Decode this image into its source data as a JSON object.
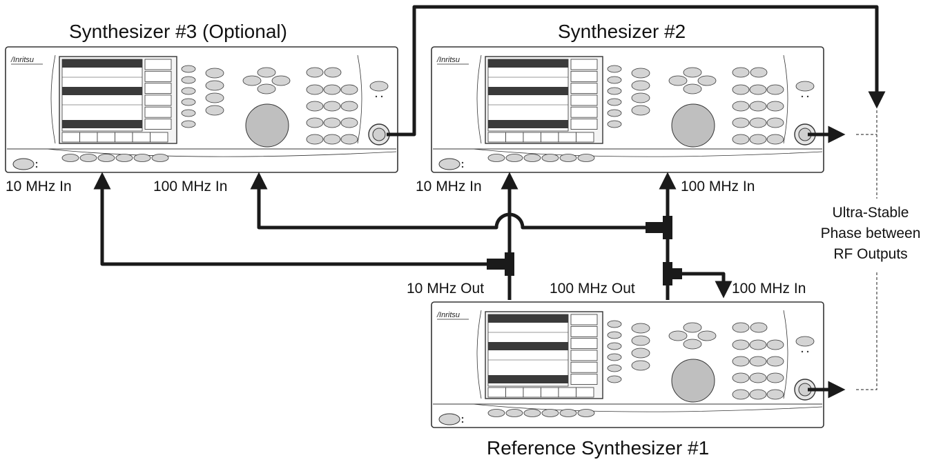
{
  "instruments": {
    "synth3": {
      "title": "Synthesizer #3 (Optional)",
      "brand": "/Inritsu"
    },
    "synth2": {
      "title": "Synthesizer #2",
      "brand": "/Inritsu"
    },
    "synth1": {
      "title": "Reference Synthesizer #1",
      "brand": "/Inritsu"
    }
  },
  "ports": {
    "s3_10mhz_in": "10 MHz In",
    "s3_100mhz_in": "100 MHz In",
    "s2_10mhz_in": "10 MHz In",
    "s2_100mhz_in": "100 MHz In",
    "s1_10mhz_out": "10 MHz Out",
    "s1_100mhz_out": "100 MHz Out",
    "s1_100mhz_in": "100 MHz In"
  },
  "annotation": {
    "line1": "Ultra-Stable",
    "line2": "Phase between",
    "line3": "RF Outputs"
  },
  "colors": {
    "cable": "#1a1a1a",
    "panel_stroke": "#333333",
    "screen_bar": "#3a3a3a",
    "key_fill": "#d4d4d4",
    "knob_fill": "#bfbfbf"
  }
}
